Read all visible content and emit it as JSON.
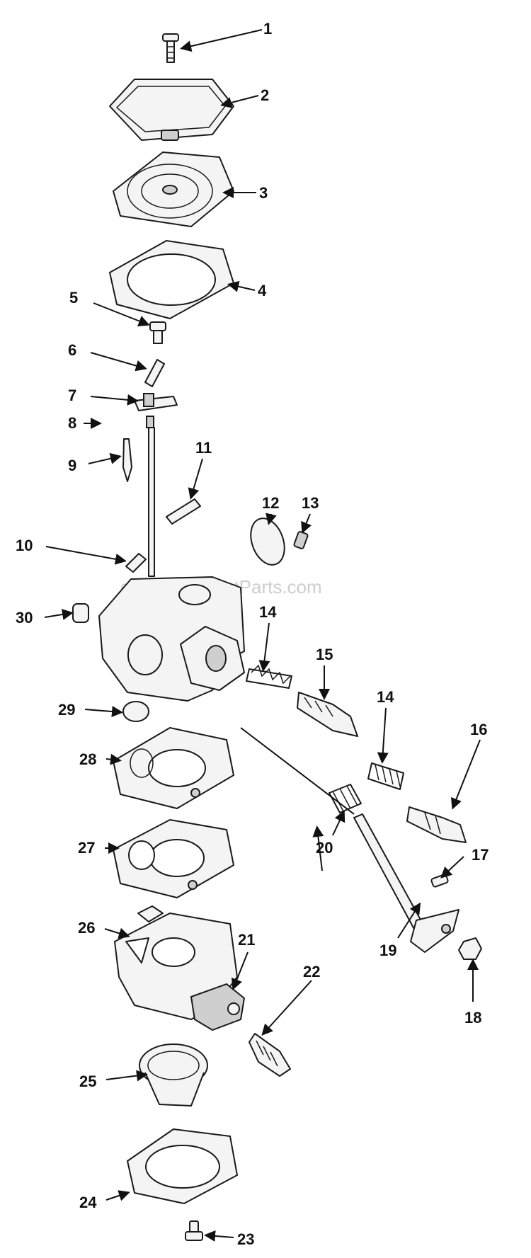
{
  "watermark": "eReplacementParts.com",
  "labels": {
    "l1": "1",
    "l2": "2",
    "l3": "3",
    "l4": "4",
    "l5": "5",
    "l6": "6",
    "l7": "7",
    "l8": "8",
    "l9": "9",
    "l10": "10",
    "l11": "11",
    "l12": "12",
    "l13": "13",
    "l14a": "14",
    "l14b": "14",
    "l15": "15",
    "l16": "16",
    "l17": "17",
    "l18": "18",
    "l19": "19",
    "l20": "20",
    "l21": "21",
    "l22": "22",
    "l23": "23",
    "l24": "24",
    "l25": "25",
    "l26": "26",
    "l27": "27",
    "l28": "28",
    "l29": "29",
    "l30": "30"
  }
}
